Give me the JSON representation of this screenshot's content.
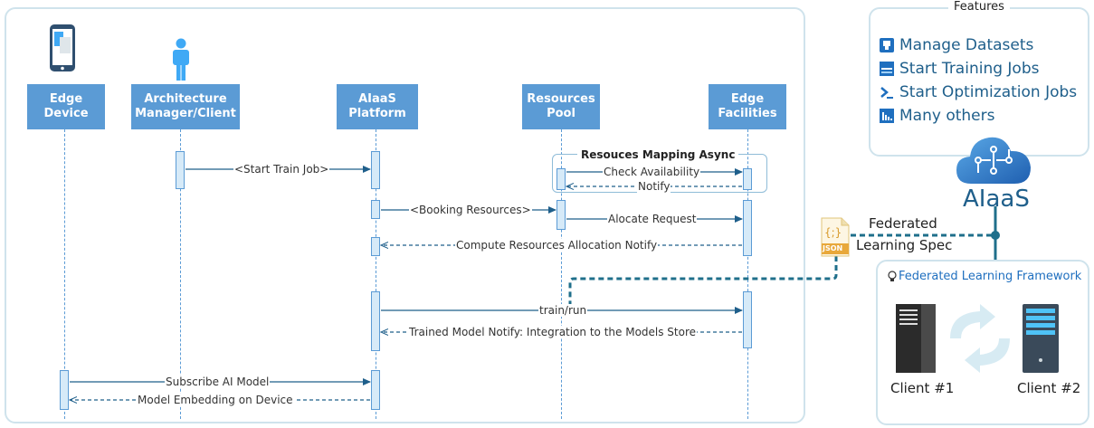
{
  "actors": [
    {
      "id": "edge-device",
      "label": "Edge Device"
    },
    {
      "id": "architecture-manager",
      "label": "Architecture\nManager/Client"
    },
    {
      "id": "aiaas-platform",
      "label": "AIaaS\nPlatform"
    },
    {
      "id": "resources-pool",
      "label": "Resources\nPool"
    },
    {
      "id": "edge-facilities",
      "label": "Edge\nFacilities"
    }
  ],
  "group": {
    "title": "Resouces Mapping Async"
  },
  "messages": [
    {
      "label": "<Start Train Job>",
      "style": "solid"
    },
    {
      "label": "Check Availability",
      "style": "solid"
    },
    {
      "label": "Notify",
      "style": "dashed"
    },
    {
      "label": "<Booking Resources>",
      "style": "solid"
    },
    {
      "label": "Alocate Request",
      "style": "solid"
    },
    {
      "label": "Compute Resources Allocation Notify",
      "style": "dashed"
    },
    {
      "label": "train/run",
      "style": "solid"
    },
    {
      "label": "Trained Model Notify: Integration to the Models Store",
      "style": "dashed"
    },
    {
      "label": "Subscribe AI Model",
      "style": "solid"
    },
    {
      "label": "Model Embedding on Device",
      "style": "dashed"
    }
  ],
  "features": {
    "title": "Features",
    "items": [
      {
        "label": "Manage Datasets",
        "icon": "dataset-icon"
      },
      {
        "label": "Start Training Jobs",
        "icon": "training-icon"
      },
      {
        "label": "Start Optimization Jobs",
        "icon": "terminal-icon"
      },
      {
        "label": "Many others",
        "icon": "chart-icon"
      }
    ]
  },
  "aiaas_logo": {
    "label": "AIaaS"
  },
  "spec": {
    "line1": "Federated",
    "line2": "Learning Spec",
    "file_badge": "JSON",
    "file_glyph": "{;}"
  },
  "flf": {
    "title": "Federated Learning Framework",
    "client1": "Client #1",
    "client2": "Client #2"
  },
  "colors": {
    "actor": "#5b9bd5",
    "accent": "#1f6f8b",
    "panel_border": "#cfe3ec"
  }
}
